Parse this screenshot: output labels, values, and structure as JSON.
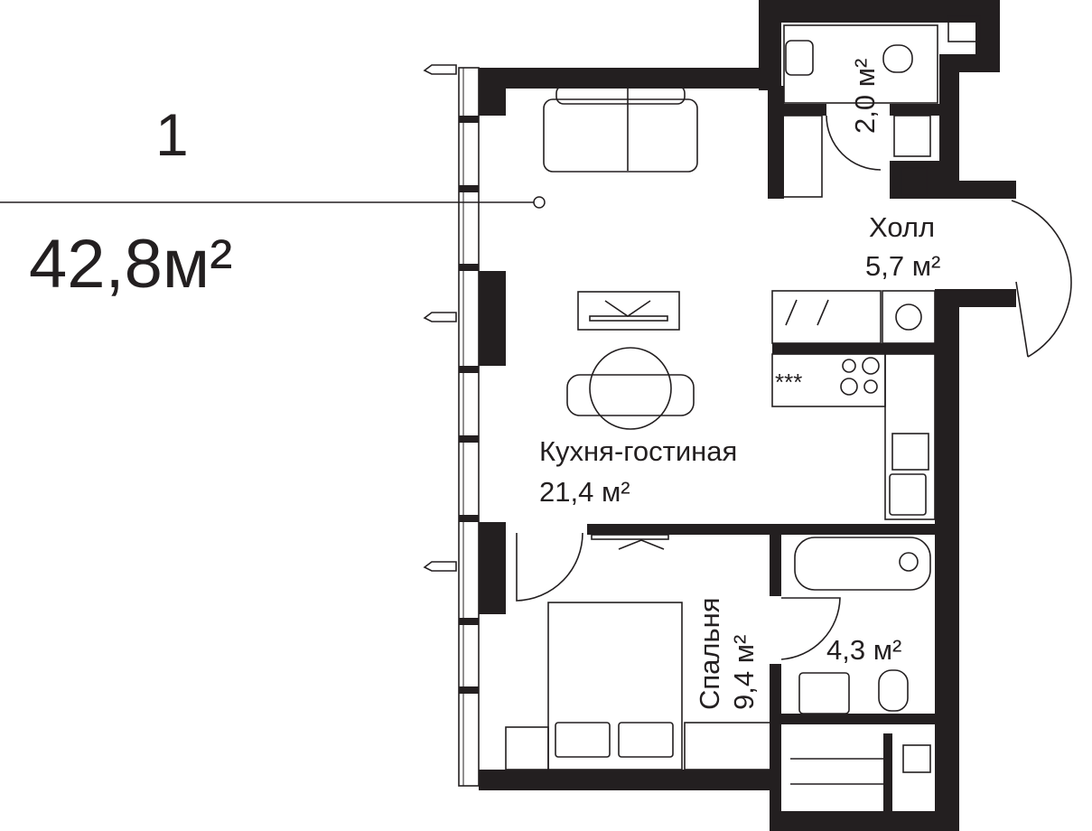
{
  "apartment": {
    "rooms_count": "1",
    "total_area": "42,8м²"
  },
  "rooms": {
    "hall": {
      "name": "Холл",
      "area": "5,7 м²"
    },
    "wc": {
      "area": "2,0 м²"
    },
    "kitchen_living": {
      "name": "Кухня-гостиная",
      "area": "21,4 м²"
    },
    "bedroom": {
      "name": "Спальня",
      "area": "9,4 м²"
    },
    "bathroom": {
      "area": "4,3 м²"
    }
  },
  "colors": {
    "wall": "#231f20",
    "background": "#ffffff"
  }
}
